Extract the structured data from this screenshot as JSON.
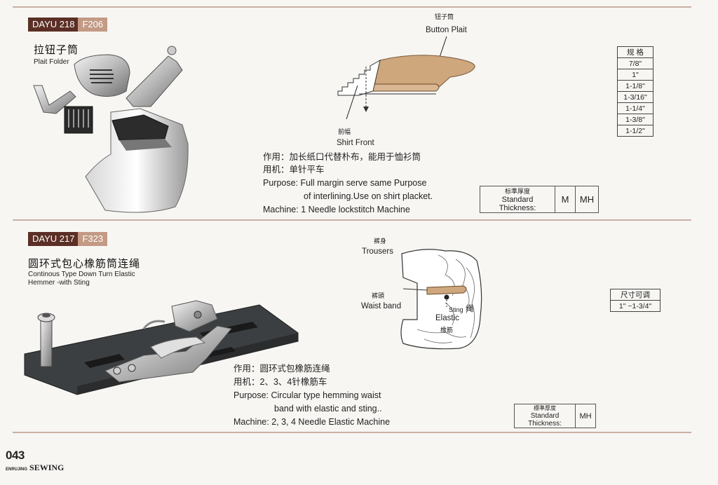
{
  "section1": {
    "model_code": "DAYU 218",
    "model_num": "F206",
    "title_cn": "拉钮子筒",
    "title_en": "Plait Folder",
    "diagram": {
      "label1_cn": "钮子筒",
      "label1_en": "Button Plait",
      "label2_cn": "前幅",
      "label2_en": "Shirt Front"
    },
    "desc": {
      "usage_cn": "作用：加长纸口代替朴布，能用于恤衫筒",
      "machine_cn": "用机：单针平车",
      "purpose_line1": "Purpose: Full margin serve same Purpose",
      "purpose_line2": "of interlining.Use on shirt placket.",
      "machine_en": "Machine: 1 Needle lockstitch Machine"
    },
    "spec_header": "规 格",
    "sizes": [
      "7/8\"",
      "1\"",
      "1-1/8\"",
      "1-3/16\"",
      "1-1/4\"",
      "1-3/8\"",
      "1-1/2\""
    ],
    "thickness": {
      "label_cn": "标準厚度",
      "label_en": "Standard Thickness:",
      "opt1": "M",
      "opt2": "MH"
    }
  },
  "section2": {
    "model_code": "DAYU 217",
    "model_num": "F323",
    "title_cn": "圆环式包心橡筋筒连绳",
    "title_en_line1": "Continous Type Down Turn Elastic",
    "title_en_line2": "Hemmer -with Sting",
    "diagram": {
      "label1_cn": "裤身",
      "label1_en": "Trousers",
      "label2_cn": "裤頭",
      "label2_en": "Waist band",
      "label3_en": "Sting",
      "label3_cn": "绳",
      "label4_en": "Elastic",
      "label4_cn": "橡筋"
    },
    "desc": {
      "usage_cn": "作用：圆环式包橡筋连绳",
      "machine_cn": "用机：2、3、4针橡筋车",
      "purpose_line1": "Purpose: Circular type hemming waist",
      "purpose_line2": "band with elastic and sting..",
      "machine_en": "Machine: 2, 3, 4 Needle Elastic Machine"
    },
    "size_header": "尺寸可调",
    "size_range": "1\" ~1-3/4\"",
    "thickness": {
      "label_cn": "標準厚度",
      "label_en": "Standard Thickness:",
      "opt1": "MH"
    }
  },
  "footer": {
    "page_number": "043",
    "brand_small": "ENRUJING",
    "brand_big": "SEWING"
  }
}
